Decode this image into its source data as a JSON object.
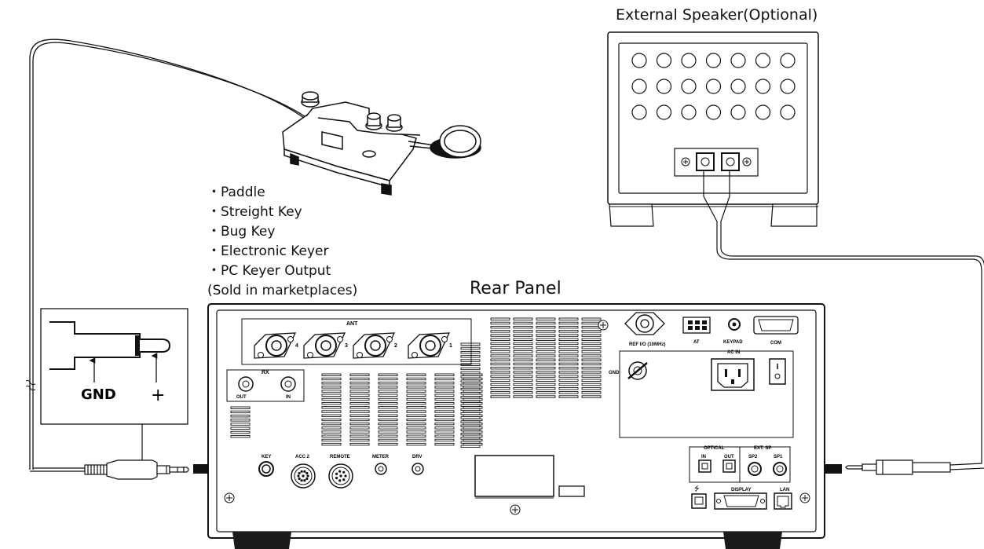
{
  "titles": {
    "external_speaker": "External Speaker(Optional)",
    "rear_panel": "Rear Panel"
  },
  "devices": {
    "items": [
      "・Paddle",
      "・Streight Key",
      "・Bug Key",
      "・Electronic Keyer",
      "・PC Keyer Output"
    ],
    "note": "(Sold in marketplaces)"
  },
  "plug_inset": {
    "gnd": "GND",
    "plus": "+"
  },
  "panel_labels": {
    "ant": "ANT",
    "ant_ports": [
      "4",
      "3",
      "2",
      "1"
    ],
    "rx": "RX",
    "rx_out": "OUT",
    "rx_in": "IN",
    "ref_io": "REF I/O (10MHz)",
    "at": "AT",
    "keypad": "KEYPAD",
    "com": "COM",
    "ac_in": "AC IN",
    "gnd": "GND",
    "key": "KEY",
    "acc2": "ACC 2",
    "remote": "REMOTE",
    "meter": "METER",
    "drv": "DRV",
    "optical": "OPTICAL",
    "optical_in": "IN",
    "optical_out": "OUT",
    "ext_sp": "EXT. SP",
    "sp2": "SP2",
    "sp1": "SP1",
    "display": "DISPLAY",
    "lan": "LAN",
    "usb_symbol": "⭍"
  },
  "colors": {
    "line": "#111111",
    "panel_fill": "#ffffff",
    "foot_fill": "#1a1a1a"
  }
}
